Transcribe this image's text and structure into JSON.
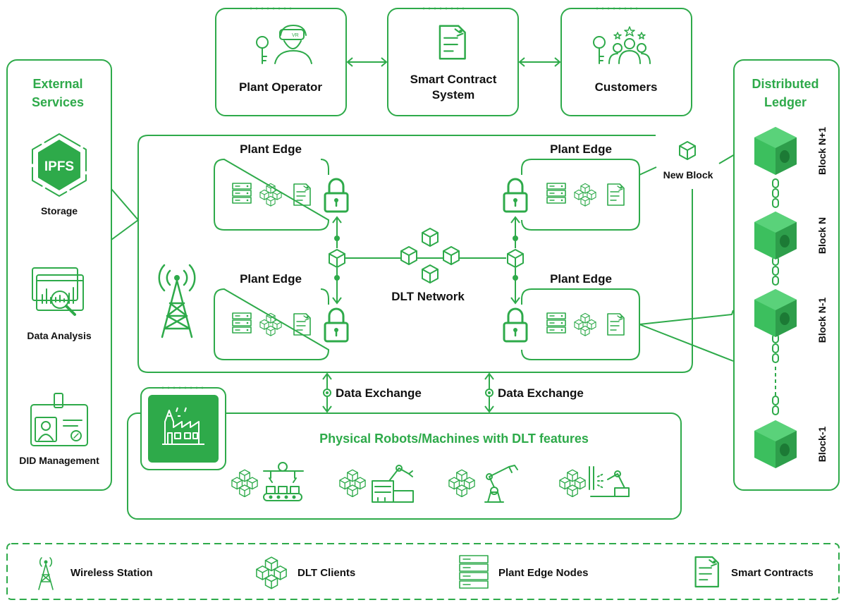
{
  "colors": {
    "accent": "#2eaa4a",
    "accent_dark": "#1f8a37",
    "block_fill": "#3cbf5e"
  },
  "top": {
    "plant_operator": "Plant Operator",
    "smart_contract_line1": "Smart Contract",
    "smart_contract_line2": "System",
    "customers": "Customers"
  },
  "external": {
    "title_line1": "External",
    "title_line2": "Services",
    "ipfs": "IPFS",
    "storage": "Storage",
    "data_analysis": "Data Analysis",
    "did_management": "DID Management"
  },
  "ledger": {
    "title_line1": "Distributed",
    "title_line2": "Ledger",
    "blocks": [
      "Block N+1",
      "Block N",
      "Block N-1",
      "Block-1"
    ]
  },
  "network": {
    "plant_edge": "Plant Edge",
    "dlt_network": "DLT Network",
    "new_block": "New Block"
  },
  "exchange": {
    "label": "Data Exchange"
  },
  "physical": {
    "title": "Physical Robots/Machines with DLT features"
  },
  "legend": {
    "wireless": "Wireless Station",
    "dlt_clients": "DLT Clients",
    "edge_nodes": "Plant Edge Nodes",
    "smart_contracts": "Smart Contracts"
  }
}
